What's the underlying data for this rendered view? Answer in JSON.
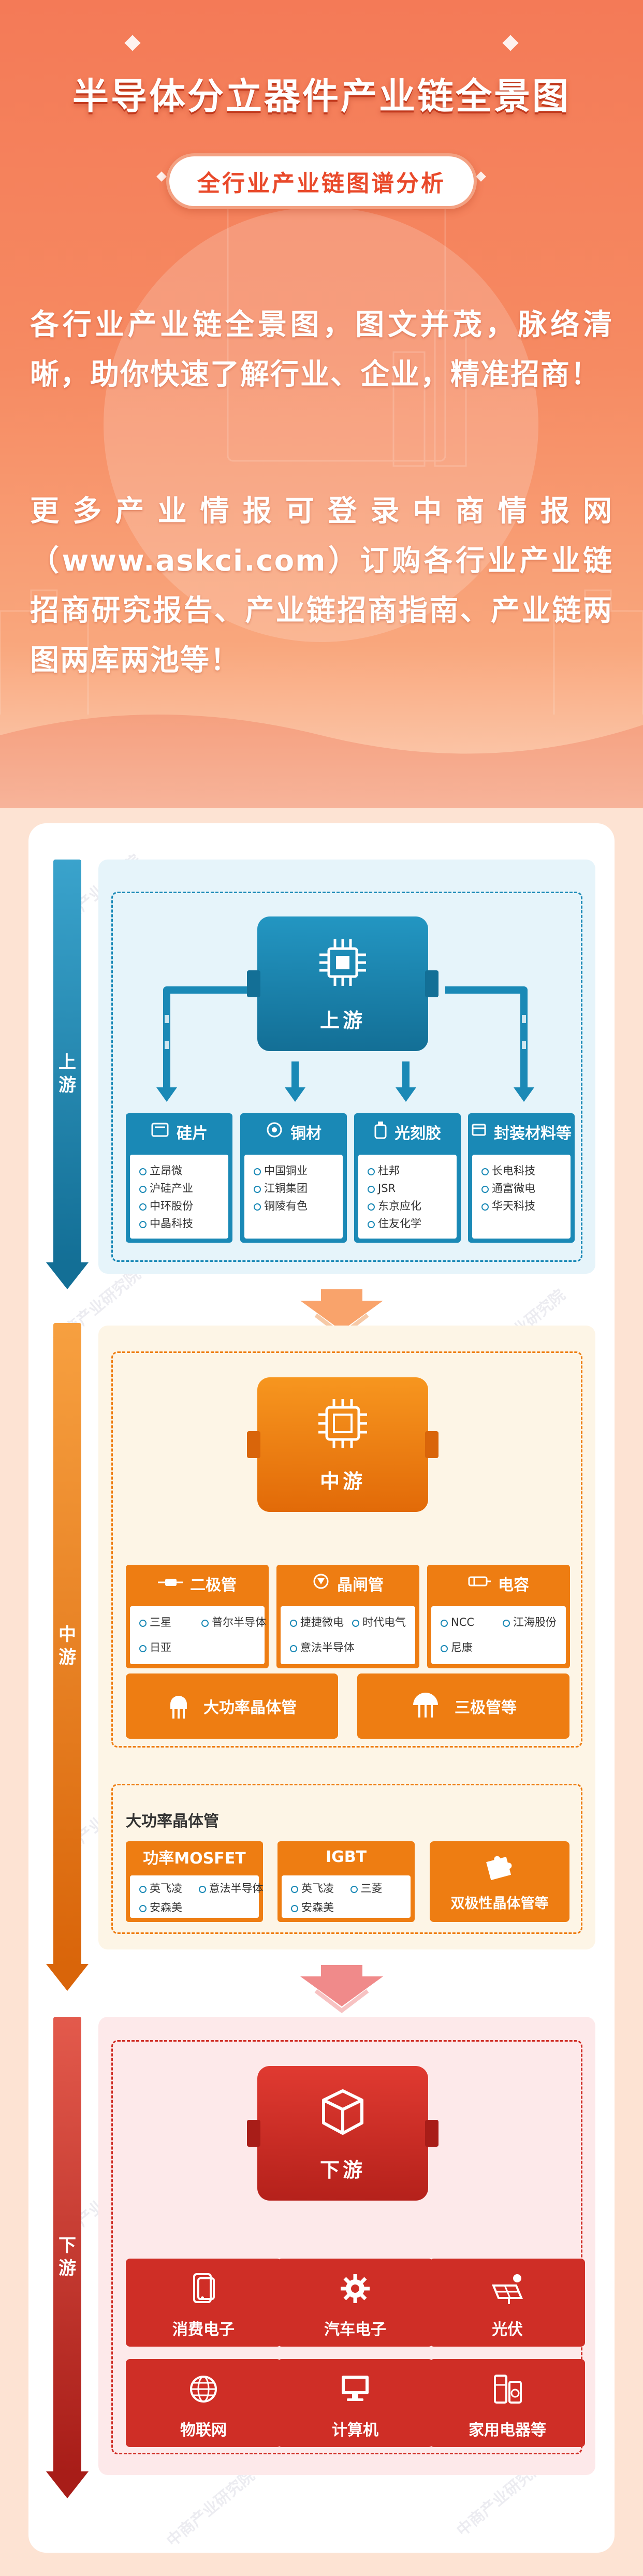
{
  "header": {
    "title": "半导体分立器件产业链全景图",
    "subtitle": "全行业产业链图谱分析",
    "intro1": "各行业产业链全景图，图文并茂，脉络清晰，助你快速了解行业、企业，精准招商！",
    "intro2": "更多产业情报可登录中商情报网（www.askci.com）订购各行业产业链招商研究报告、产业链招商指南、产业链两图两库两池等！"
  },
  "watermark": "中商产业研究院",
  "upstream": {
    "side_label": "上游",
    "hub_label": "上游",
    "cards": [
      {
        "title": "硅片",
        "items": [
          "立昂微",
          "沪硅产业",
          "中环股份",
          "中晶科技"
        ]
      },
      {
        "title": "铜材",
        "items": [
          "中国铜业",
          "江铜集团",
          "铜陵有色"
        ]
      },
      {
        "title": "光刻胶",
        "items": [
          "杜邦",
          "JSR",
          "东京应化",
          "住友化学"
        ]
      },
      {
        "title": "封装材料等",
        "items": [
          "长电科技",
          "通富微电",
          "华天科技"
        ]
      }
    ]
  },
  "midstream": {
    "side_label": "中游",
    "hub_label": "中游",
    "cards": [
      {
        "title": "二极管",
        "items": [
          "三星",
          "普尔半导体",
          "日亚"
        ]
      },
      {
        "title": "晶闸管",
        "items": [
          "捷捷微电",
          "时代电气",
          "意法半导体"
        ]
      },
      {
        "title": "电容",
        "items": [
          "NCC",
          "江海股份",
          "尼康"
        ]
      }
    ],
    "tiles": [
      "大功率晶体管",
      "三极管等"
    ],
    "sub_title": "大功率晶体管",
    "sub_cards": [
      {
        "title": "功率MOSFET",
        "items": [
          "英飞凌",
          "意法半导体",
          "安森美"
        ]
      },
      {
        "title": "IGBT",
        "items": [
          "英飞凌",
          "三菱",
          "安森美"
        ]
      }
    ],
    "sub_tile": "双极性晶体管等"
  },
  "downstream": {
    "side_label": "下游",
    "hub_label": "下游",
    "tiles": [
      "消费电子",
      "汽车电子",
      "光伏",
      "物联网",
      "计算机",
      "家用电器等"
    ]
  },
  "colors": {
    "up": "#1a89b6",
    "up_dark": "#136f96",
    "mid": "#ee7d12",
    "mid_dark": "#d9650a",
    "down": "#cf2e26",
    "down_dark": "#a81d18"
  }
}
